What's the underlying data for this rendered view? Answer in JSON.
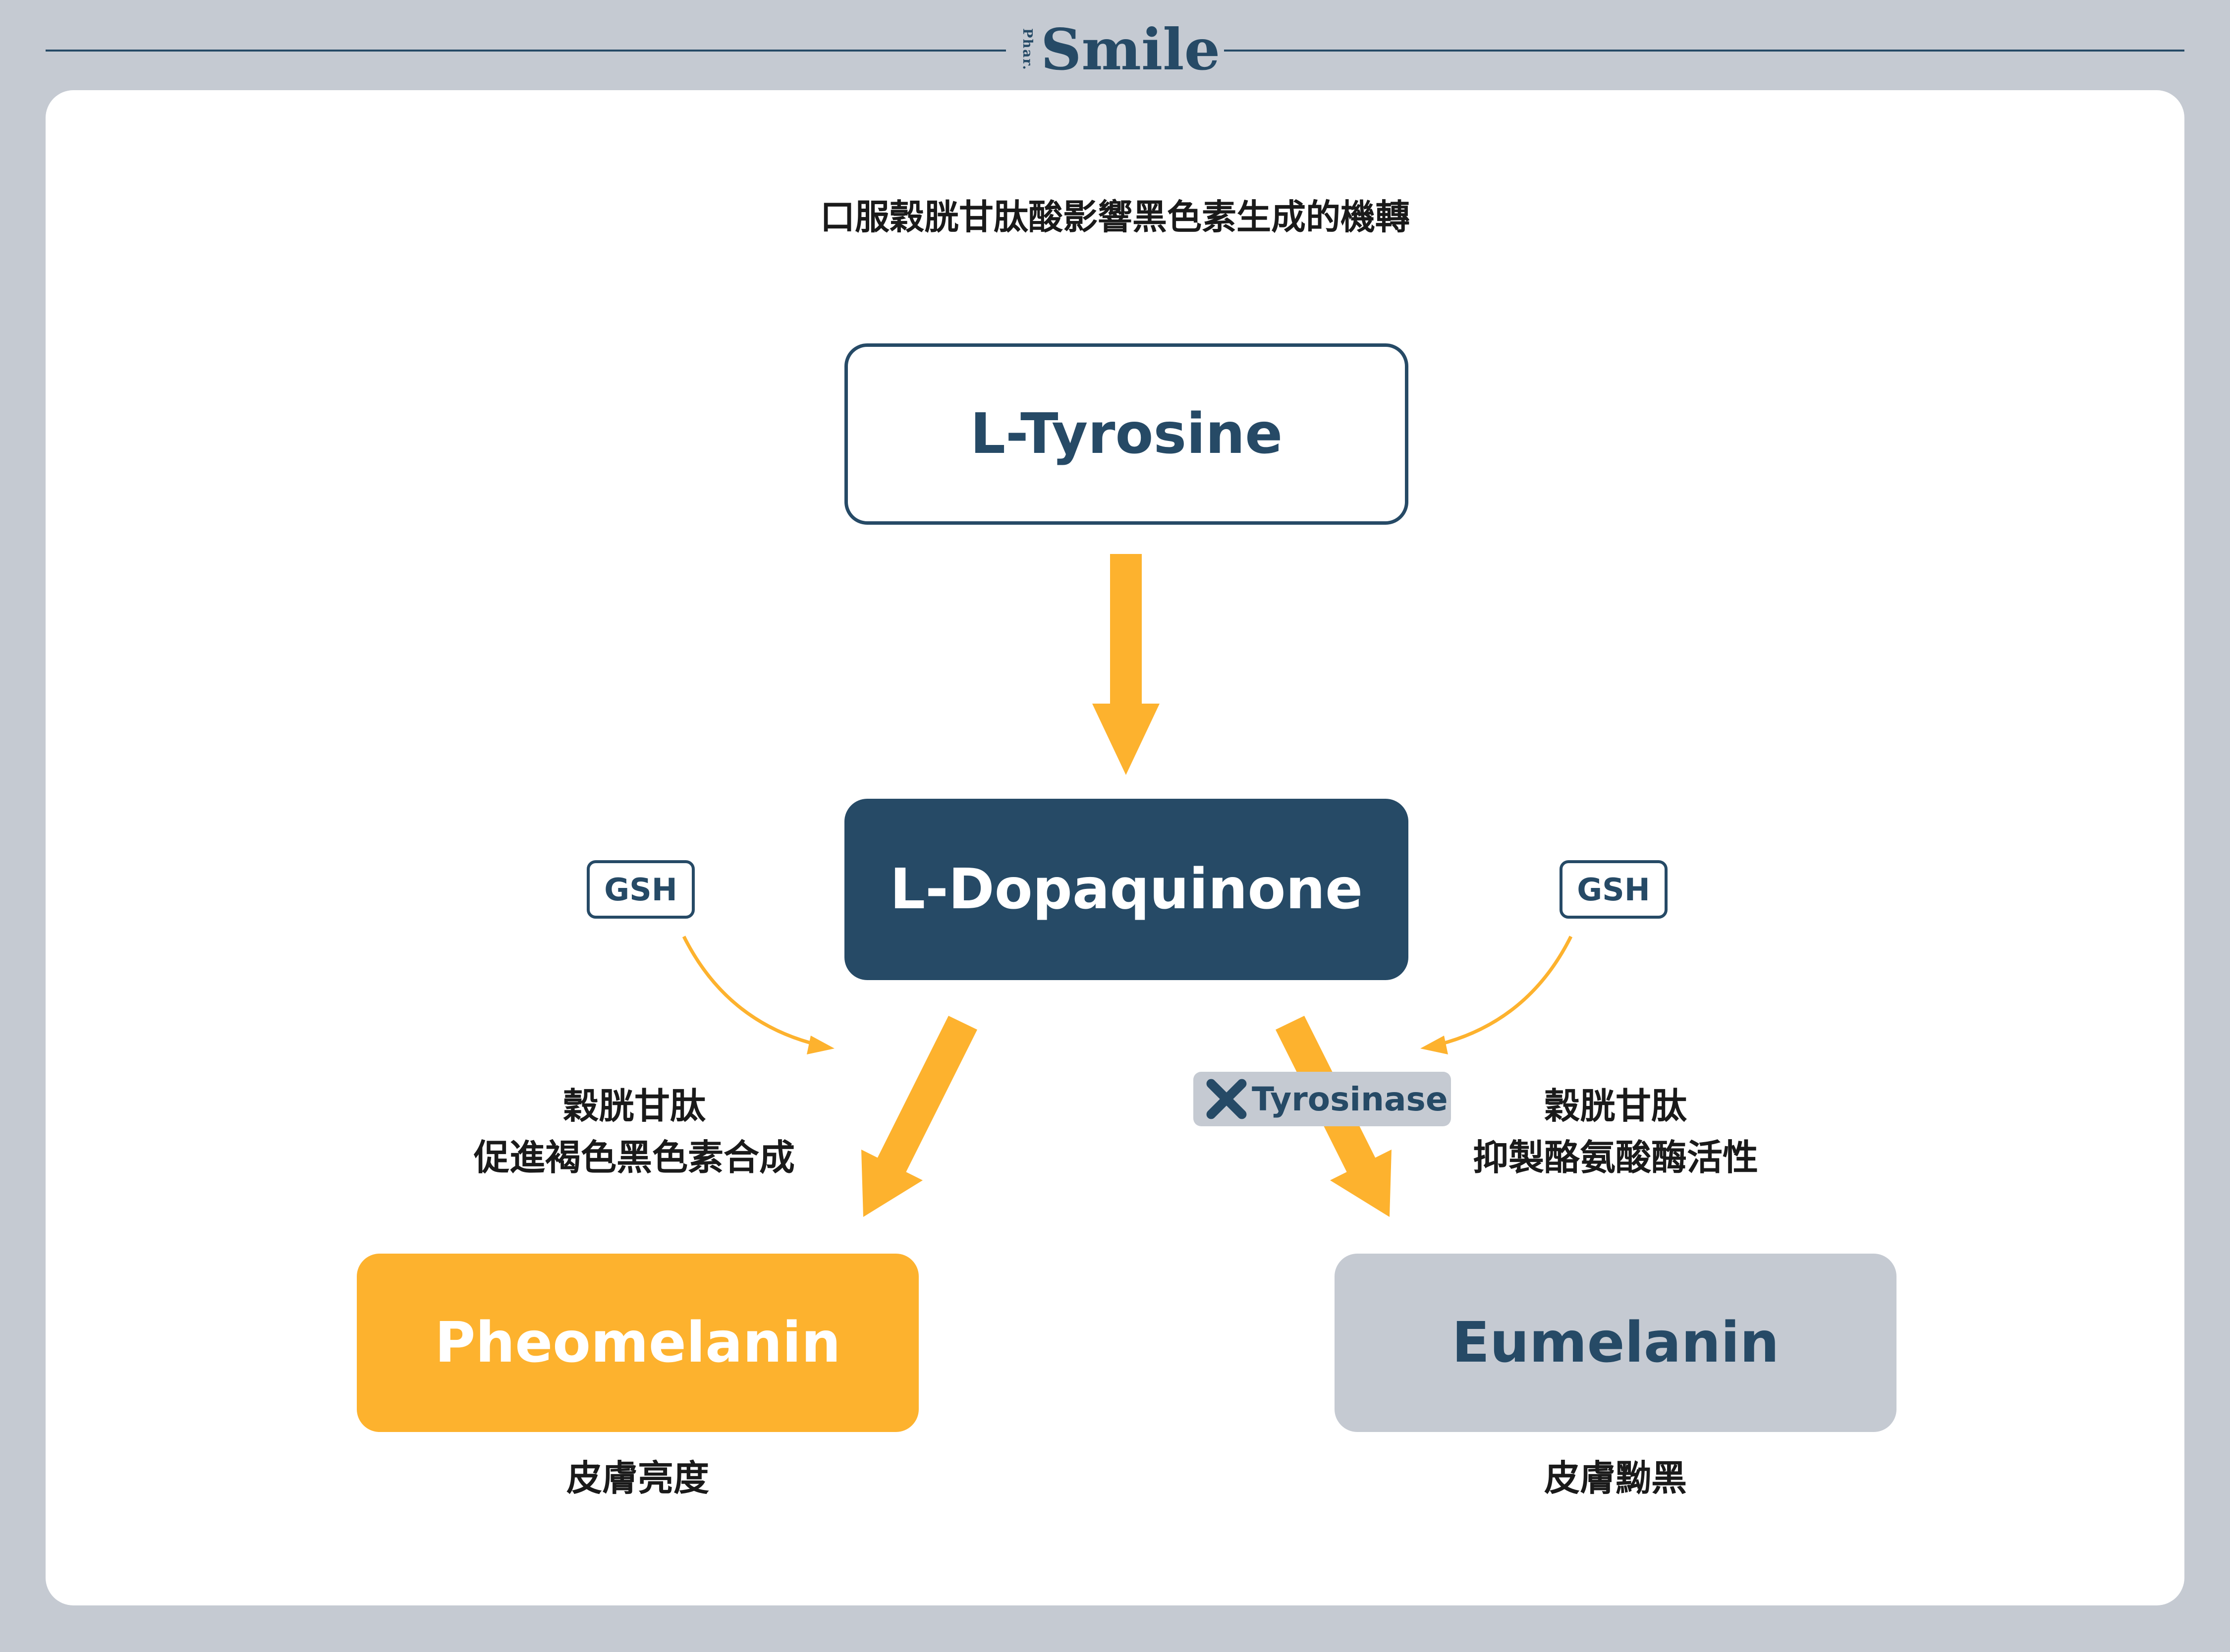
{
  "header": {
    "logo_prefix": "Phar.",
    "logo_name": "Smile"
  },
  "title": "口服穀胱甘肽酸影響黑色素生成的機轉",
  "nodes": {
    "tyrosine": "L-Tyrosine",
    "dopaquinone": "L-Dopaquinone",
    "pheomelanin": "Pheomelanin",
    "eumelanin": "Eumelanin"
  },
  "tags": {
    "gsh_left": "GSH",
    "gsh_right": "GSH",
    "enzyme": "Tyrosinase",
    "enzyme_icon": "x-icon"
  },
  "notes": {
    "left_line1": "穀胱甘肽",
    "left_line2": "促進褐色黑色素合成",
    "right_line1": "穀胱甘肽",
    "right_line2": "抑製酪氨酸酶活性"
  },
  "captions": {
    "pheomelanin": "皮膚亮度",
    "eumelanin": "皮膚黝黑"
  },
  "colors": {
    "navy": "#264a66",
    "amber": "#fdb22e",
    "grey": "#c5cad2",
    "white": "#ffffff"
  }
}
